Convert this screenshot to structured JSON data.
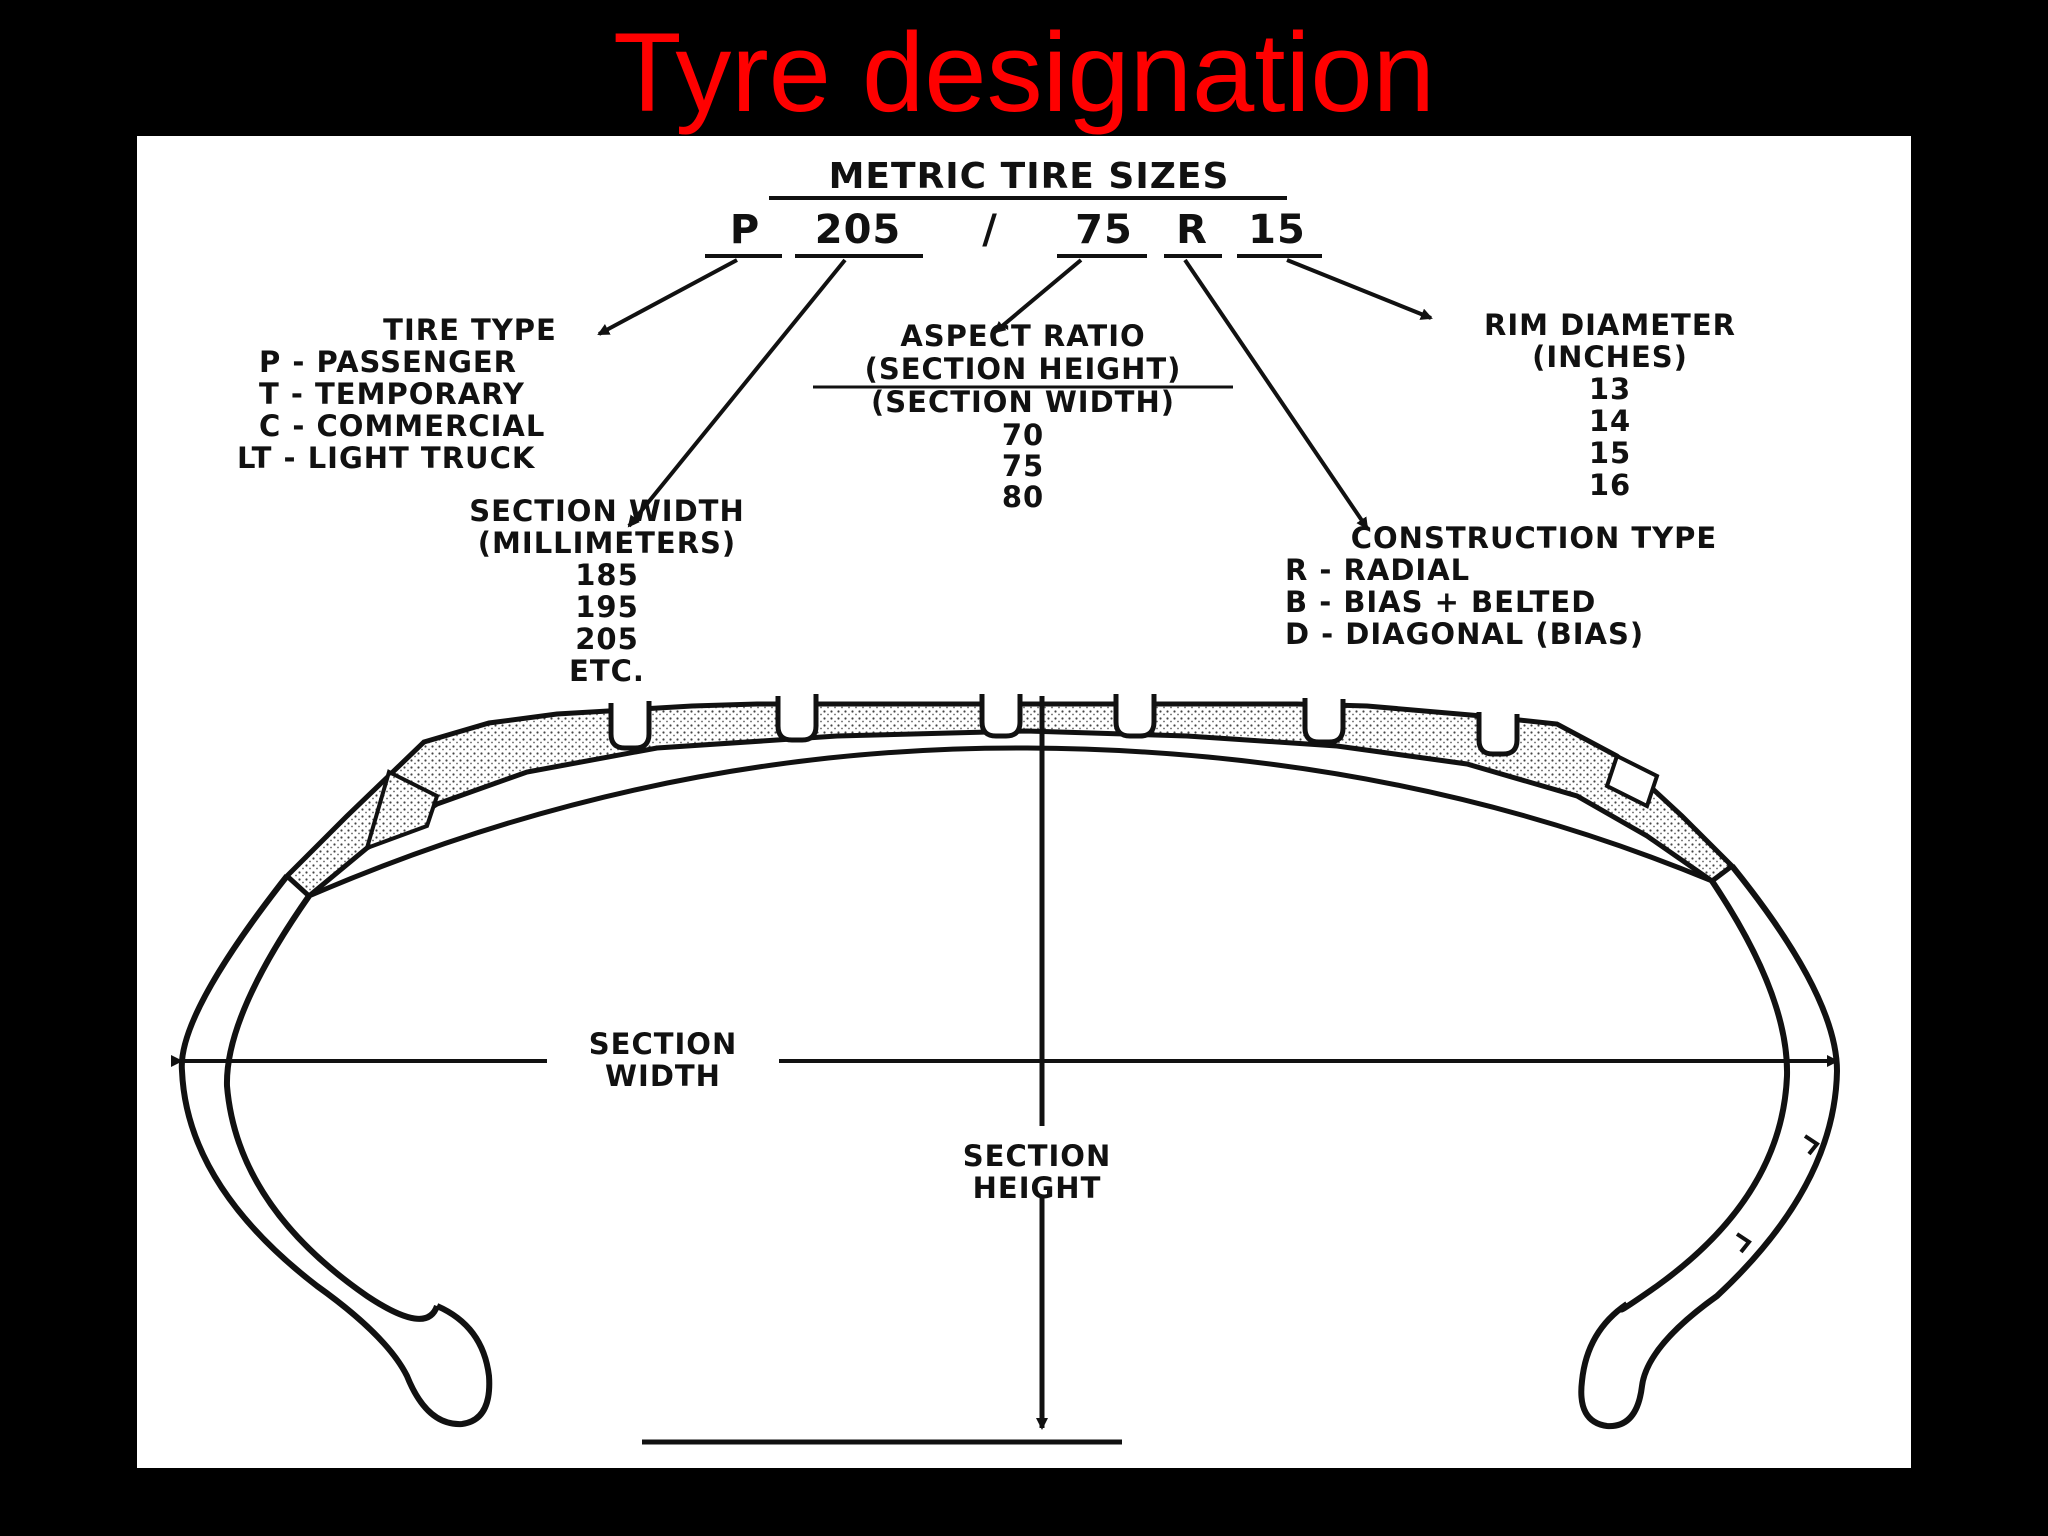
{
  "slide": {
    "title": "Tyre designation",
    "title_color": "#ff0000",
    "background": "#000000"
  },
  "diagram": {
    "heading": "METRIC TIRE SIZES",
    "code": {
      "p": "P",
      "width": "205",
      "slash": "/",
      "aspect": "75",
      "construction": "R",
      "rim": "15"
    },
    "tire_type": {
      "title": "TIRE TYPE",
      "items": [
        "P - PASSENGER",
        "T - TEMPORARY",
        "C - COMMERCIAL",
        "LT - LIGHT TRUCK"
      ]
    },
    "aspect_ratio": {
      "title": "ASPECT RATIO",
      "numerator": "(SECTION HEIGHT)",
      "denominator": "(SECTION WIDTH)",
      "values": [
        "70",
        "75",
        "80"
      ]
    },
    "rim_diameter": {
      "title": "RIM DIAMETER",
      "unit": "(INCHES)",
      "values": [
        "13",
        "14",
        "15",
        "16"
      ]
    },
    "section_width": {
      "title": "SECTION WIDTH",
      "unit": "(MILLIMETERS)",
      "values": [
        "185",
        "195",
        "205",
        "ETC."
      ]
    },
    "construction_type": {
      "title": "CONSTRUCTION TYPE",
      "items": [
        "R - RADIAL",
        "B - BIAS + BELTED",
        "D - DIAGONAL (BIAS)"
      ]
    },
    "cross_section": {
      "width_label": [
        "SECTION",
        "WIDTH"
      ],
      "height_label": [
        "SECTION",
        "HEIGHT"
      ]
    }
  }
}
